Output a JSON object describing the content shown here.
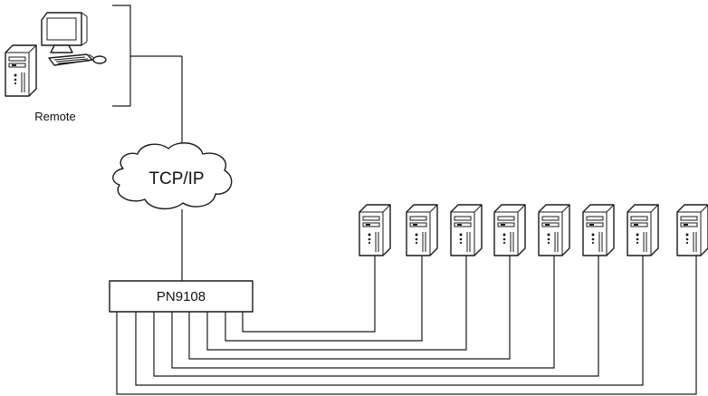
{
  "diagram": {
    "remote_label": "Remote",
    "network_label": "TCP/IP",
    "device_label": "PN9108",
    "server_count": 8
  },
  "colors": {
    "line": "#1a1a1a",
    "background": "#ffffff"
  }
}
